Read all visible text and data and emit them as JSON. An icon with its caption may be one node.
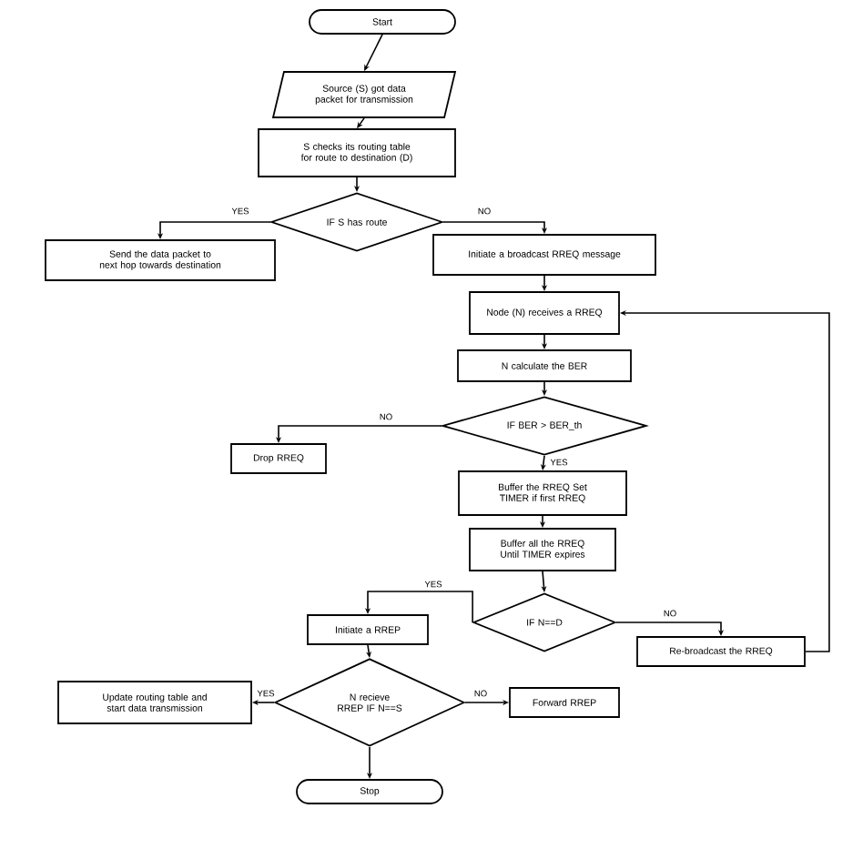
{
  "diagram": {
    "nodes": [
      {
        "text": [
          "Start"
        ]
      },
      {
        "text": [
          "Source (S) got data packet for transmission"
        ]
      },
      {
        "text": [
          "S checks its routing table for route to destination (D)"
        ]
      },
      {
        "text": [
          "IF S has route"
        ]
      },
      {
        "text": [
          "Send the data packet to next hop towards destination"
        ]
      },
      {
        "text": [
          "Initiate a broadcast RREQ message"
        ]
      },
      {
        "text": [
          "Node (N) receives a RREQ"
        ]
      },
      {
        "text": [
          "N calculate the BER"
        ]
      },
      {
        "text": [
          "IF BER > BER_th"
        ]
      },
      {
        "text": [
          "Drop RREQ"
        ]
      },
      {
        "text": [
          "Buffer the RREQ Set TIMER if first RREQ"
        ]
      },
      {
        "text": [
          "Buffer all the RREQ Until TIMER expires"
        ]
      },
      {
        "text": [
          "IF N==D"
        ]
      },
      {
        "text": [
          "Initiate a RREP"
        ]
      },
      {
        "text": [
          "Re-broadcast the RREQ"
        ]
      },
      {
        "text": [
          "N recieve RREP IF N==S"
        ]
      },
      {
        "text": [
          "Update routing table and start data transmission"
        ]
      },
      {
        "text": [
          "Forward RREP"
        ]
      },
      {
        "text": [
          "Stop"
        ]
      }
    ],
    "edges": [
      {
        "from": 0,
        "to": 1,
        "arrow": "to"
      },
      {
        "from": 1,
        "to": 2,
        "arrow": "to"
      },
      {
        "from": 2,
        "to": 3,
        "arrow": "to"
      },
      {
        "from": 3,
        "to": 4,
        "arrow": "to",
        "label": "YES"
      },
      {
        "from": 3,
        "to": 5,
        "arrow": "to",
        "label": "NO"
      },
      {
        "from": 5,
        "to": 6,
        "arrow": "to"
      },
      {
        "from": 6,
        "to": 7,
        "arrow": "to"
      },
      {
        "from": 7,
        "to": 8,
        "arrow": "to"
      },
      {
        "from": 8,
        "to": 9,
        "arrow": "to",
        "label": "NO"
      },
      {
        "from": 8,
        "to": 10,
        "arrow": "to",
        "label": "YES"
      },
      {
        "from": 10,
        "to": 11,
        "arrow": "to"
      },
      {
        "from": 11,
        "to": 12,
        "arrow": "to"
      },
      {
        "from": 12,
        "to": 13,
        "arrow": "to",
        "label": "YES"
      },
      {
        "from": 12,
        "to": 14,
        "arrow": "to",
        "label": "NO"
      },
      {
        "from": 14,
        "to": 6,
        "arrow": "to"
      },
      {
        "from": 13,
        "to": 15,
        "arrow": "to"
      },
      {
        "from": 15,
        "to": 16,
        "arrow": "to",
        "label": "YES"
      },
      {
        "from": 15,
        "to": 17,
        "arrow": "to",
        "label": "NO"
      },
      {
        "from": 15,
        "to": 18,
        "arrow": "to"
      }
    ]
  }
}
